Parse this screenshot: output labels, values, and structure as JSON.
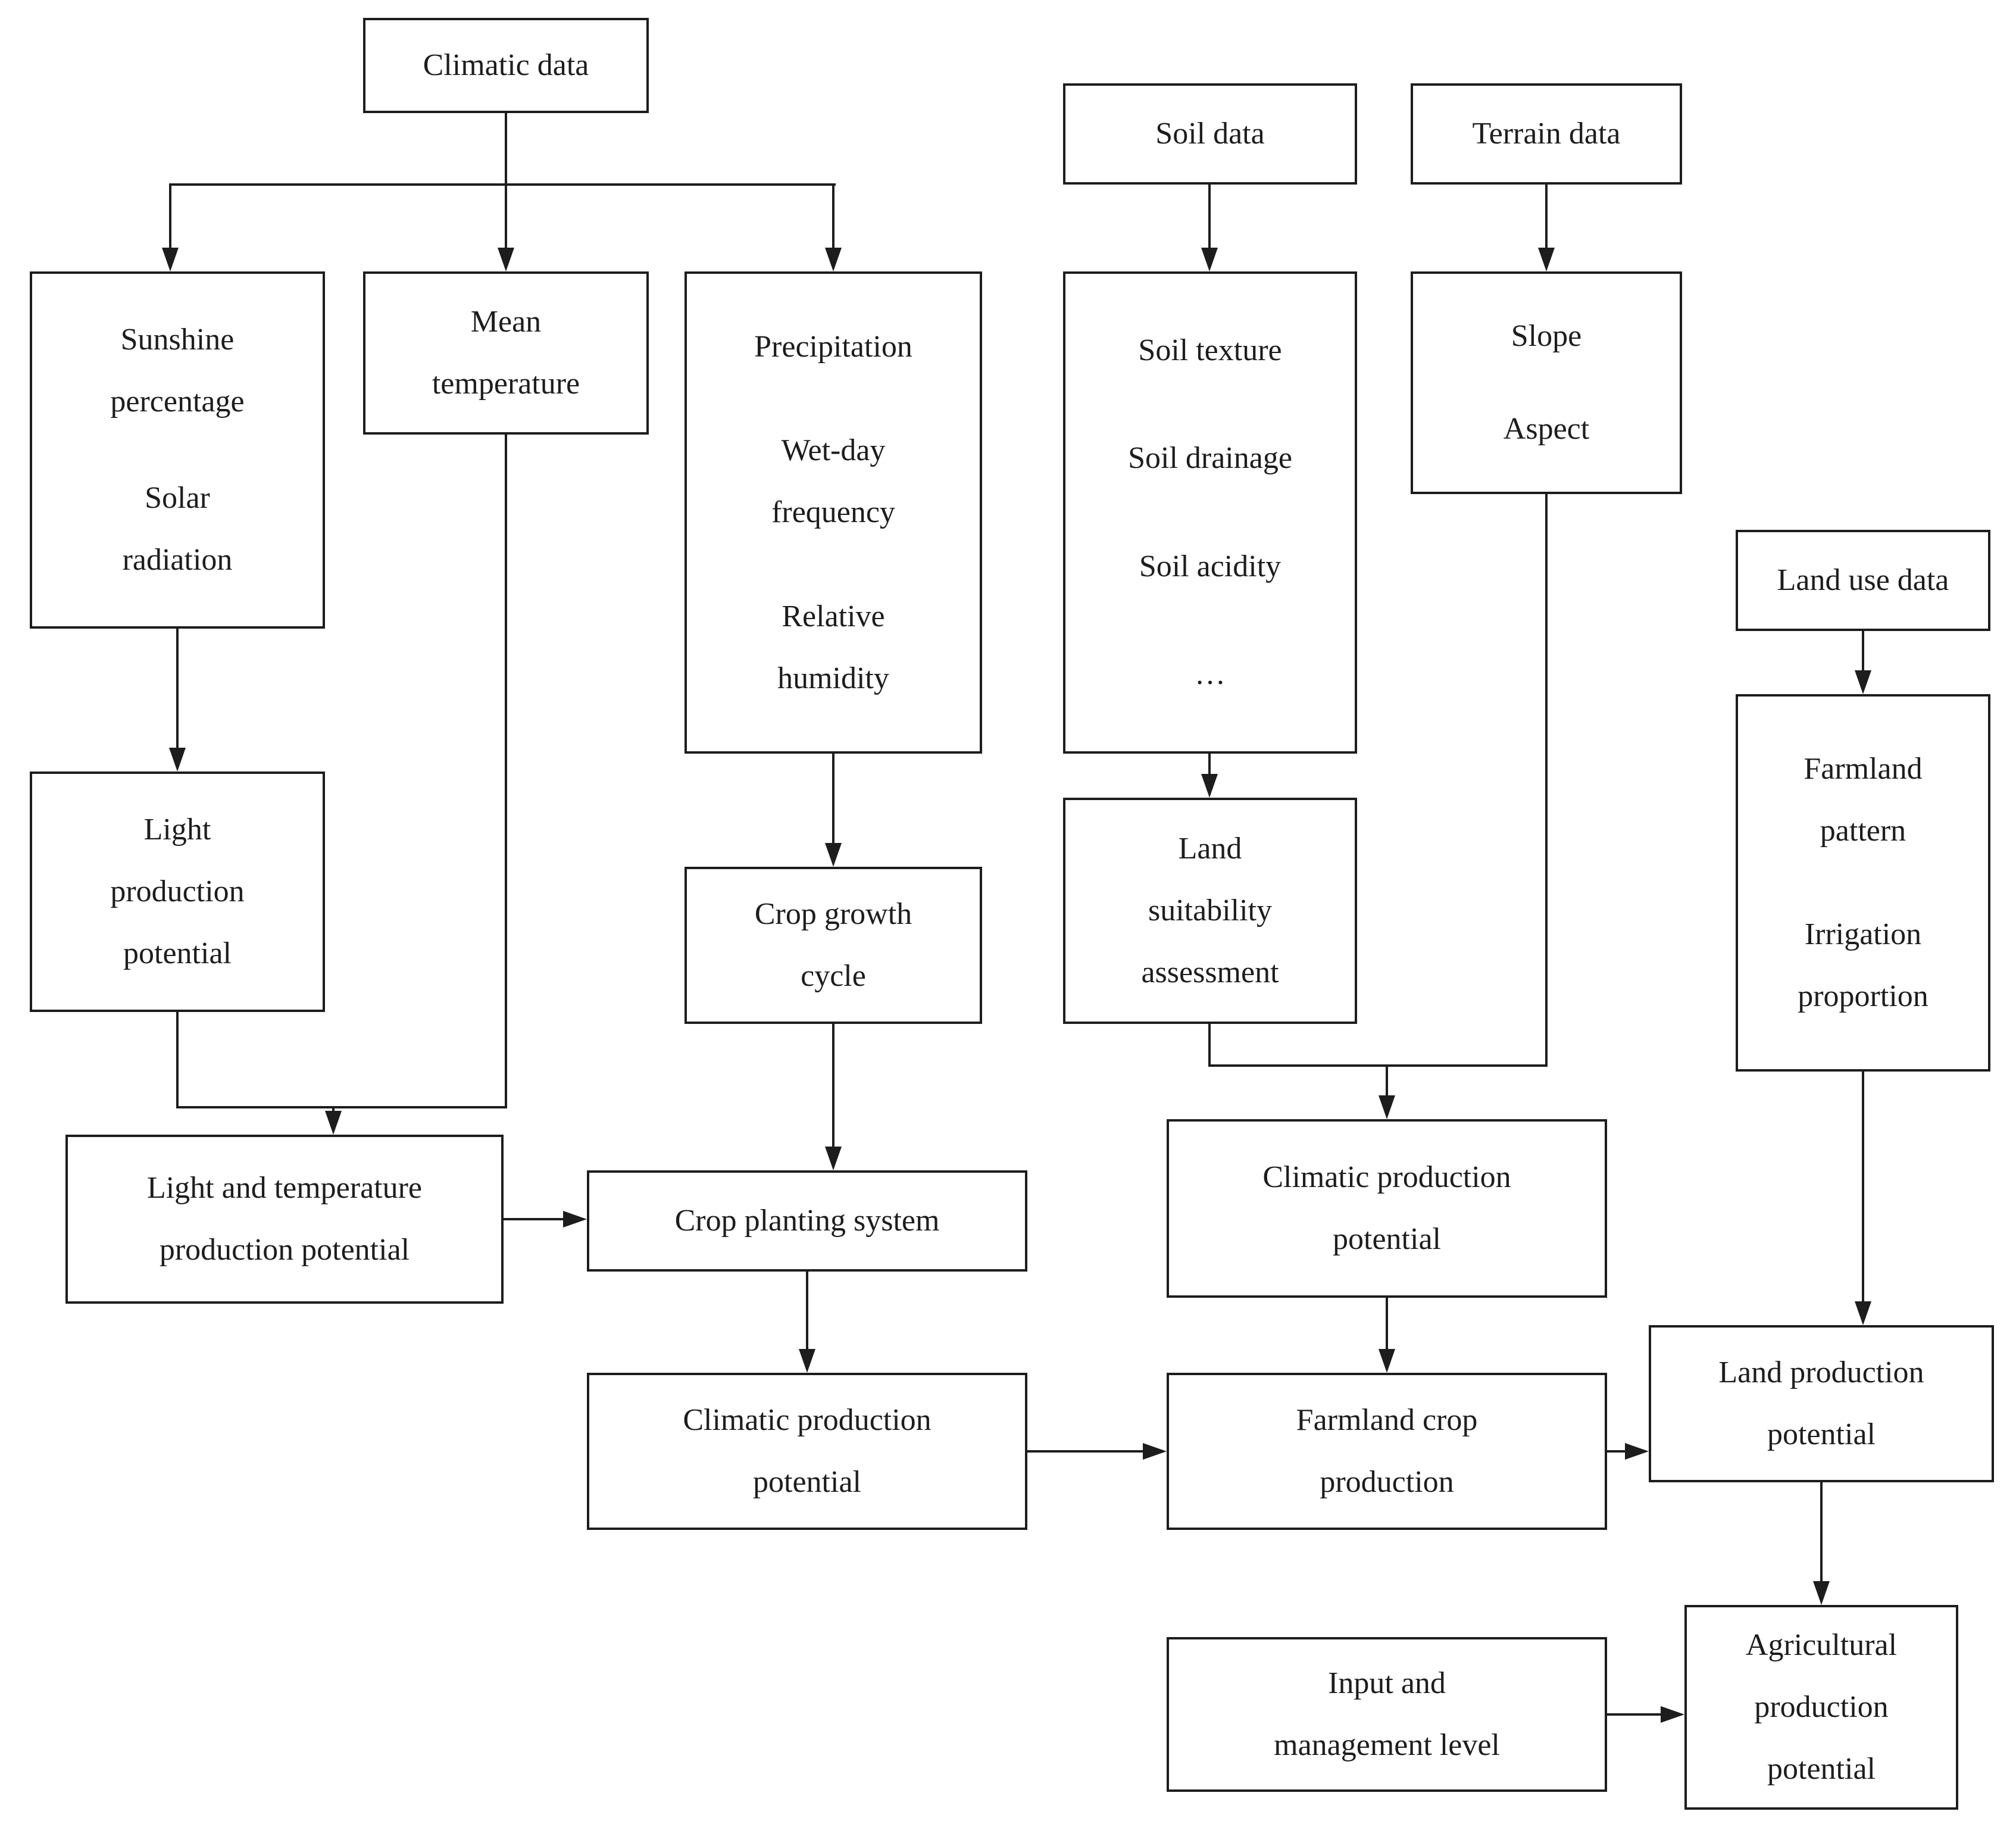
{
  "figure": {
    "type": "flowchart",
    "description": "Workflow for estimating agricultural production potential from climatic, soil, terrain and land use data"
  },
  "colors": {
    "background": "#ffffff",
    "line": "#1d1d1d",
    "text": "#1d1d1d"
  },
  "diagram": {
    "nodes": [
      {
        "id": "climatic-data",
        "paragraphs": [
          [
            "Climatic data"
          ]
        ]
      },
      {
        "id": "soil-data",
        "paragraphs": [
          [
            "Soil data"
          ]
        ]
      },
      {
        "id": "terrain-data",
        "paragraphs": [
          [
            "Terrain data"
          ]
        ]
      },
      {
        "id": "sunshine-solar",
        "paragraphs": [
          [
            "Sunshine",
            "percentage"
          ],
          [
            "Solar",
            "radiation"
          ]
        ]
      },
      {
        "id": "mean-temperature",
        "paragraphs": [
          [
            "Mean",
            "temperature"
          ]
        ]
      },
      {
        "id": "precipitation",
        "paragraphs": [
          [
            "Precipitation"
          ],
          [
            "Wet-day",
            "frequency"
          ],
          [
            "Relative",
            "humidity"
          ]
        ]
      },
      {
        "id": "soil-properties",
        "paragraphs": [
          [
            "Soil texture"
          ],
          [
            "Soil drainage"
          ],
          [
            "Soil acidity"
          ],
          [
            "…"
          ]
        ]
      },
      {
        "id": "slope-aspect",
        "paragraphs": [
          [
            "Slope"
          ],
          [
            "Aspect"
          ]
        ]
      },
      {
        "id": "land-use-data",
        "paragraphs": [
          [
            "Land use data"
          ]
        ]
      },
      {
        "id": "light-production-potential",
        "paragraphs": [
          [
            "Light",
            "production",
            "potential"
          ]
        ]
      },
      {
        "id": "crop-growth-cycle",
        "paragraphs": [
          [
            "Crop growth",
            "cycle"
          ]
        ]
      },
      {
        "id": "land-suitability-assessment",
        "paragraphs": [
          [
            "Land",
            "suitability",
            "assessment"
          ]
        ]
      },
      {
        "id": "farmland-pattern-irrigation",
        "paragraphs": [
          [
            "Farmland",
            "pattern"
          ],
          [
            "Irrigation",
            "proportion"
          ]
        ]
      },
      {
        "id": "light-temperature-production-potential",
        "paragraphs": [
          [
            "Light and temperature",
            "production potential"
          ]
        ]
      },
      {
        "id": "crop-planting-system",
        "paragraphs": [
          [
            "Crop planting system"
          ]
        ]
      },
      {
        "id": "climatic-production-potential-left",
        "paragraphs": [
          [
            "Climatic production",
            "potential"
          ]
        ]
      },
      {
        "id": "climatic-production-potential-right",
        "paragraphs": [
          [
            "Climatic production",
            "potential"
          ]
        ]
      },
      {
        "id": "farmland-crop-production",
        "paragraphs": [
          [
            "Farmland crop",
            "production"
          ]
        ]
      },
      {
        "id": "land-production-potential",
        "paragraphs": [
          [
            "Land production",
            "potential"
          ]
        ]
      },
      {
        "id": "agricultural-production-potential",
        "paragraphs": [
          [
            "Agricultural",
            "production",
            "potential"
          ]
        ]
      },
      {
        "id": "input-management-level",
        "paragraphs": [
          [
            "Input and",
            "management level"
          ]
        ]
      }
    ],
    "edges": [
      {
        "from": "climatic-data",
        "to": "sunshine-solar"
      },
      {
        "from": "climatic-data",
        "to": "mean-temperature"
      },
      {
        "from": "climatic-data",
        "to": "precipitation"
      },
      {
        "from": "soil-data",
        "to": "soil-properties"
      },
      {
        "from": "terrain-data",
        "to": "slope-aspect"
      },
      {
        "from": "sunshine-solar",
        "to": "light-production-potential"
      },
      {
        "from": "precipitation",
        "to": "crop-growth-cycle"
      },
      {
        "from": "soil-properties",
        "to": "land-suitability-assessment"
      },
      {
        "from": "land-use-data",
        "to": "farmland-pattern-irrigation"
      },
      {
        "from": "light-production-potential + mean-temperature",
        "to": "light-temperature-production-potential"
      },
      {
        "from": "light-temperature-production-potential",
        "to": "crop-planting-system"
      },
      {
        "from": "crop-growth-cycle",
        "to": "crop-planting-system"
      },
      {
        "from": "crop-planting-system",
        "to": "climatic-production-potential-left"
      },
      {
        "from": "land-suitability-assessment + slope-aspect",
        "to": "climatic-production-potential-right"
      },
      {
        "from": "climatic-production-potential-left",
        "to": "farmland-crop-production"
      },
      {
        "from": "climatic-production-potential-right",
        "to": "farmland-crop-production"
      },
      {
        "from": "farmland-crop-production",
        "to": "land-production-potential"
      },
      {
        "from": "farmland-pattern-irrigation",
        "to": "land-production-potential"
      },
      {
        "from": "land-production-potential",
        "to": "agricultural-production-potential"
      },
      {
        "from": "input-management-level",
        "to": "agricultural-production-potential"
      }
    ]
  }
}
